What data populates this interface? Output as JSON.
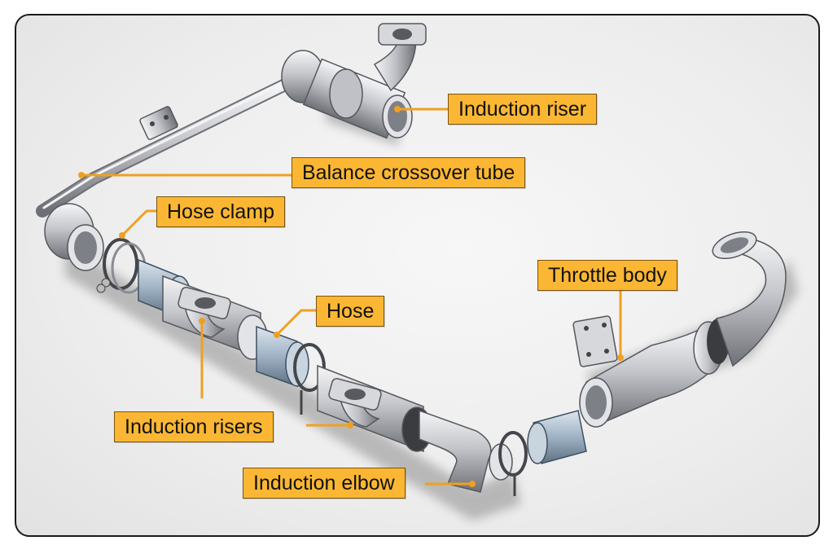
{
  "labels": {
    "induction_riser": "Induction riser",
    "balance_crossover_tube": "Balance crossover tube",
    "hose_clamp": "Hose clamp",
    "hose": "Hose",
    "throttle_body": "Throttle body",
    "induction_risers": "Induction risers",
    "induction_elbow": "Induction elbow"
  },
  "colors": {
    "label_fill": "#fbb733",
    "leader_line": "#f0a020",
    "metal": "#c9cbd0",
    "hose": "#9fb2c4"
  }
}
